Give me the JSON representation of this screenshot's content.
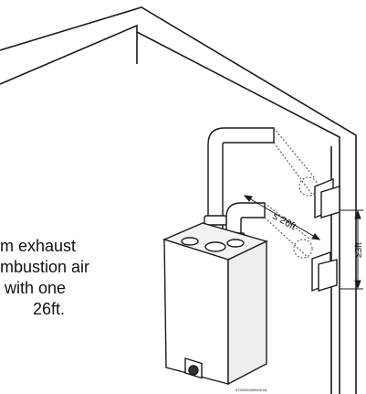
{
  "caption": {
    "line1": "m exhaust",
    "line2": "mbustion air",
    "line3": " with one",
    "line4": "26ft."
  },
  "dimensions": {
    "max_length": "≤ 26ft",
    "min_spacing": "≥3ft"
  },
  "figure_code": "6720000000002-NL"
}
